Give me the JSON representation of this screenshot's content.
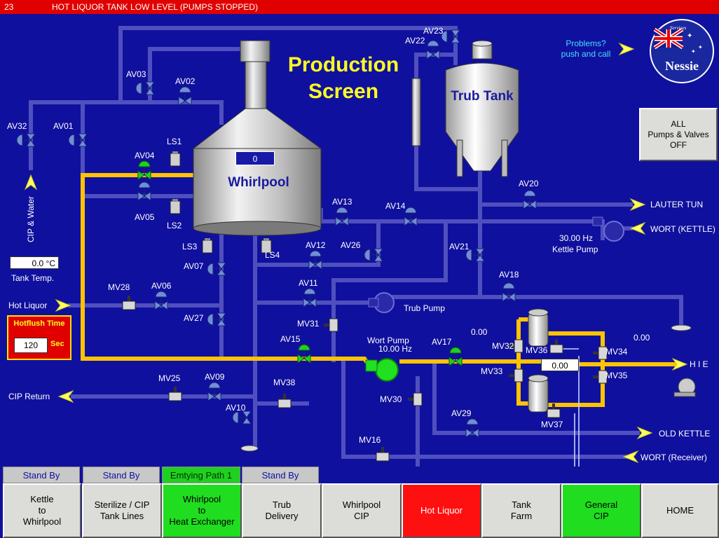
{
  "alarm": {
    "number": "23",
    "message": "HOT LIQUOR TANK LOW LEVEL (PUMPS STOPPED)"
  },
  "screen_title": {
    "line1": "Production",
    "line2": "Screen"
  },
  "tanks": {
    "whirlpool": "Whirlpool",
    "trub_tank": "Trub Tank"
  },
  "whirlpool_level": "0",
  "help": {
    "text": "Problems?\npush and call"
  },
  "logo": {
    "brand": "Nessie",
    "tag": "Services"
  },
  "all_off_button": "ALL\nPumps & Valves\nOFF",
  "tank_temp": {
    "value": "0.0 °C",
    "label": "Tank Temp."
  },
  "hotflush": {
    "title": "Hotflush Time",
    "value": "120",
    "unit": "Sec"
  },
  "kettle_pump": {
    "freq": "30.00  Hz",
    "label": "Kettle Pump"
  },
  "wort_pump": {
    "label": "Wort Pump",
    "freq": "10.00  Hz"
  },
  "trub_pump": {
    "label": "Trub Pump"
  },
  "readouts": {
    "mv32": "0.00",
    "mv34": "0.00",
    "flow": "0.00"
  },
  "valves": {
    "av01": "AV01",
    "av02": "AV02",
    "av03": "AV03",
    "av04": "AV04",
    "av05": "AV05",
    "av06": "AV06",
    "av07": "AV07",
    "av09": "AV09",
    "av10": "AV10",
    "av11": "AV11",
    "av12": "AV12",
    "av13": "AV13",
    "av14": "AV14",
    "av15": "AV15",
    "av17": "AV17",
    "av18": "AV18",
    "av20": "AV20",
    "av21": "AV21",
    "av22": "AV22",
    "av23": "AV23",
    "av26": "AV26",
    "av27": "AV27",
    "av29": "AV29",
    "av32": "AV32",
    "mv16": "MV16",
    "mv25": "MV25",
    "mv28": "MV28",
    "mv30": "MV30",
    "mv31": "MV31",
    "mv32": "MV32",
    "mv33": "MV33",
    "mv34": "MV34",
    "mv35": "MV35",
    "mv36": "MV36",
    "mv37": "MV37",
    "mv38": "MV38"
  },
  "sensors": {
    "ls1": "LS1",
    "ls2": "LS2",
    "ls3": "LS3",
    "ls4": "LS4"
  },
  "destinations": {
    "lauter_tun": "LAUTER TUN",
    "wort_kettle": "WORT (KETTLE)",
    "hie": "H I E",
    "old_kettle": "OLD KETTLE",
    "wort_receiver": "WORT (Receiver)",
    "cip_return": "CIP Return",
    "hot_liquor": "Hot Liquor",
    "cip_water": "CIP & Water"
  },
  "status_row": [
    {
      "label": "Stand By",
      "state": "grey"
    },
    {
      "label": "Stand By",
      "state": "grey"
    },
    {
      "label": "Emtying Path 1",
      "state": "green"
    },
    {
      "label": "Stand By",
      "state": "grey"
    }
  ],
  "nav_buttons": [
    {
      "label": "Kettle\nto\nWhirlpool",
      "state": "grey"
    },
    {
      "label": "Sterilize / CIP\nTank Lines",
      "state": "grey"
    },
    {
      "label": "Whirlpool\nto\nHeat Exchanger",
      "state": "green"
    },
    {
      "label": "Trub\nDelivery",
      "state": "grey"
    },
    {
      "label": "Whirlpool\nCIP",
      "state": "grey"
    },
    {
      "label": "Hot Liquor",
      "state": "red"
    },
    {
      "label": "Tank\nFarm",
      "state": "grey"
    },
    {
      "label": "General\nCIP",
      "state": "green"
    },
    {
      "label": "HOME",
      "state": "grey"
    }
  ],
  "colors": {
    "background": "#10109e",
    "alarm": "#e00000",
    "active_line": "#ffc300",
    "pipe": "#4f4fbf",
    "active_valve": "#20d020"
  }
}
